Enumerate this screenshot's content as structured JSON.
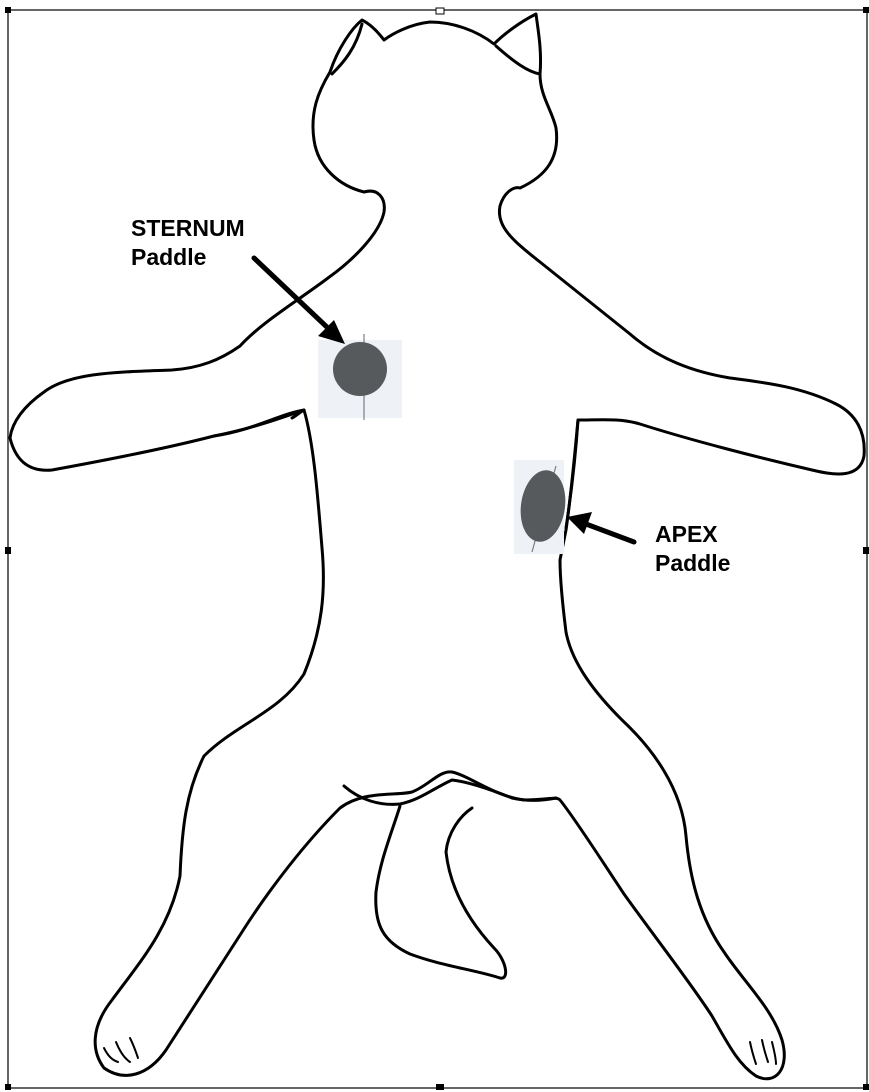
{
  "labels": {
    "sternum": {
      "line1": "STERNUM",
      "line2": "Paddle"
    },
    "apex": {
      "line1": "APEX",
      "line2": "Paddle"
    }
  },
  "colors": {
    "outline": "#000000",
    "paddle": "#565a5c",
    "paddle_backing": "#eef1f6",
    "arrow": "#000000",
    "frame": "#000000"
  },
  "icons": {
    "frame_handles": "square-handle",
    "arrows": "arrow"
  }
}
